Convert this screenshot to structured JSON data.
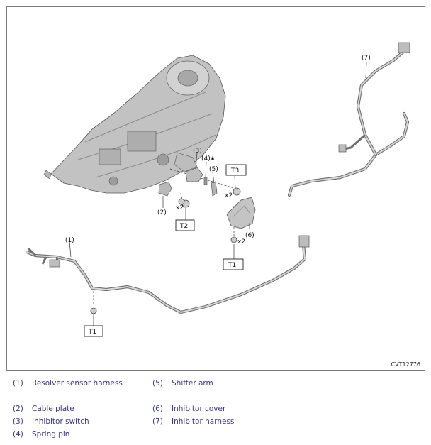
{
  "figure": {
    "code": "CVT12776",
    "callouts": {
      "c1": "(1)",
      "c2": "(2)",
      "c3": "(3)",
      "c4": "(4)",
      "c5": "(5)",
      "c6": "(6)",
      "c7": "(7)",
      "star": "★",
      "x2a": "x2",
      "x2b": "x2",
      "x2c": "x2"
    },
    "torque": {
      "t1a": "T1",
      "t1b": "T1",
      "t2": "T2",
      "t3": "T3"
    }
  },
  "legend": [
    {
      "num": "(1)",
      "text": "Resolver sensor harness"
    },
    {
      "num": "(2)",
      "text": "Cable plate"
    },
    {
      "num": "(3)",
      "text": "Inhibitor switch"
    },
    {
      "num": "(4)",
      "text": "Spring pin"
    },
    {
      "num": "(5)",
      "text": "Shifter arm"
    },
    {
      "num": "(6)",
      "text": "Inhibitor cover"
    },
    {
      "num": "(7)",
      "text": "Inhibitor harness"
    }
  ],
  "colors": {
    "legend_text": "#36368a",
    "border": "#7a7a7a",
    "part_gray": "#b9b9b9"
  }
}
